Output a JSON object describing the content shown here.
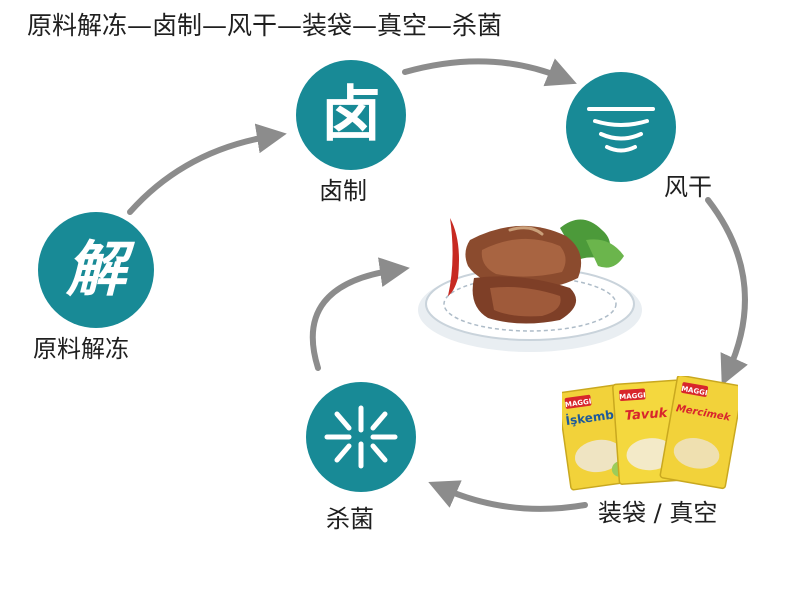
{
  "title": "原料解冻—卤制—风干—装袋—真空—杀菌",
  "colors": {
    "circle": "#188a96",
    "arrow": "#8c8c8c",
    "text": "#1f1f1f"
  },
  "steps": [
    {
      "id": "thaw",
      "glyph": "解",
      "label": "原料解冻"
    },
    {
      "id": "marinate",
      "glyph": "卤",
      "label": "卤制"
    },
    {
      "id": "dry",
      "glyph": "",
      "icon": "air-dry-waves-icon",
      "label": "风干"
    },
    {
      "id": "pack",
      "label": "装袋 / 真空",
      "image": "product-packets"
    },
    {
      "id": "sterilize",
      "glyph": "",
      "icon": "sterilize-starburst-icon",
      "label": "杀菌"
    }
  ],
  "center_image": "braised-duck-wings-plate",
  "packets": [
    {
      "brand": "MAGGI",
      "name": "İşkembe"
    },
    {
      "brand": "MAGGI",
      "name": "Tavuk"
    },
    {
      "brand": "MAGGI",
      "name": "Mercimek"
    }
  ]
}
